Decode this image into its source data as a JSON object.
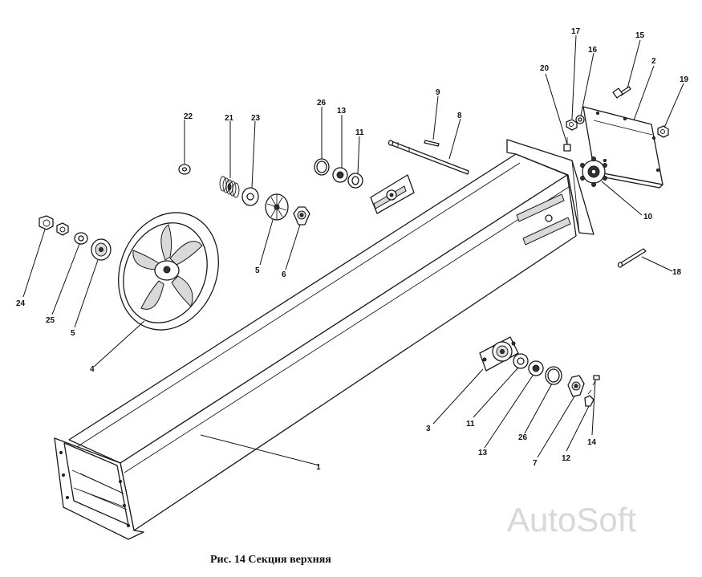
{
  "caption": "Рис. 14  Секция верхняя",
  "watermark": "AutoSoft",
  "callouts": {
    "n1": "1",
    "n2": "2",
    "n3": "3",
    "n4": "4",
    "n5a": "5",
    "n5b": "5",
    "n6": "6",
    "n7": "7",
    "n8": "8",
    "n9": "9",
    "n10": "10",
    "n11a": "11",
    "n11b": "11",
    "n12": "12",
    "n13a": "13",
    "n13b": "13",
    "n14": "14",
    "n15": "15",
    "n16": "16",
    "n17": "17",
    "n18": "18",
    "n19": "19",
    "n20": "20",
    "n21": "21",
    "n22": "22",
    "n23": "23",
    "n24": "24",
    "n25": "25",
    "n26a": "26",
    "n26b": "26"
  }
}
